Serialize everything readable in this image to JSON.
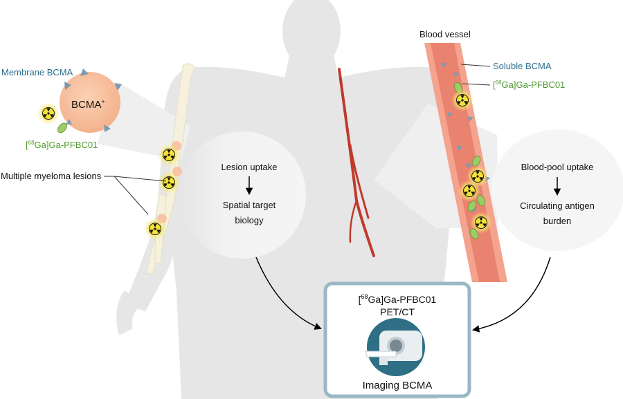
{
  "labels": {
    "membrane_bcma": "Membrane BCMA",
    "bcma_cell": "BCMA",
    "bcma_cell_sup": "+",
    "tracer_left_pre": "[",
    "tracer_left_iso": "68",
    "tracer_left_post": "Ga]Ga-PFBC01",
    "myeloma_lesions": "Multiple myeloma lesions",
    "lesion_uptake": "Lesion uptake",
    "spatial_line1": "Spatial target",
    "spatial_line2": "biology",
    "blood_vessel": "Blood vessel",
    "soluble_bcma": "Soluble BCMA",
    "tracer_right_pre": "[",
    "tracer_right_iso": "68",
    "tracer_right_post": "Ga]Ga-PFBC01",
    "blood_pool_uptake": "Blood-pool uptake",
    "circulating_line1": "Circulating antigen",
    "circulating_line2": "burden",
    "imaging_pre": "[",
    "imaging_iso": "68",
    "imaging_post": "Ga]Ga-PFBC01",
    "imaging_line2": "PET/CT",
    "imaging_bcma": "Imaging BCMA"
  },
  "colors": {
    "body": "#e6e6e6",
    "vessel_wall": "#f4a38e",
    "vessel_lumen": "#e9826f",
    "teal_text": "#2a6d8f",
    "green_text": "#4f9a2f",
    "box_border": "#9ab8c4"
  },
  "icons": [
    "radioactive-icon",
    "pet-ct-scanner-icon",
    "bcma-antigen-icon",
    "antibody-icon"
  ]
}
